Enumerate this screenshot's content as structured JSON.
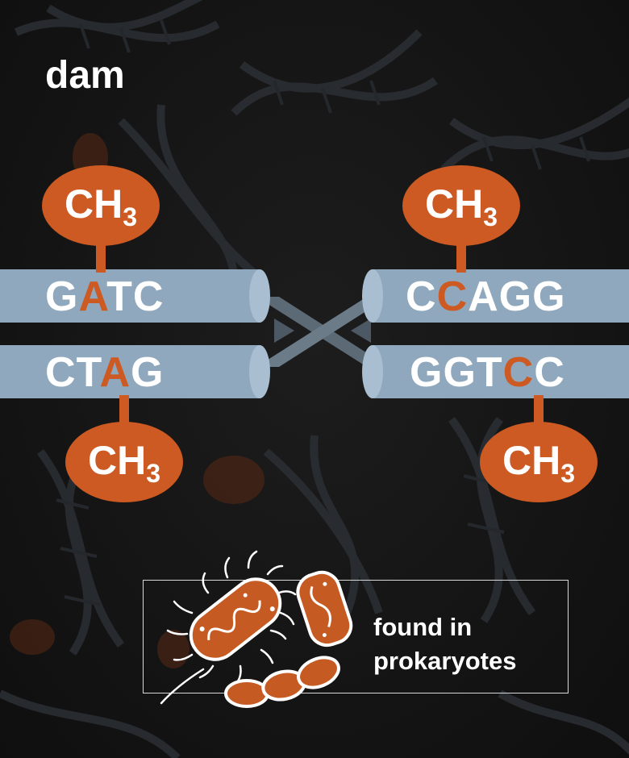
{
  "title": "dam",
  "left_pair": {
    "top_strand": {
      "pre": "G",
      "methylated": "A",
      "post": "TC"
    },
    "bottom_strand": {
      "pre": "CT",
      "methylated": "A",
      "post": "G"
    }
  },
  "right_pair": {
    "top_strand": {
      "pre": "C",
      "methylated": "C",
      "post": "AGG"
    },
    "bottom_strand": {
      "pre": "GGT",
      "methylated": "C",
      "post": "C"
    }
  },
  "methyl_group": {
    "main": "CH",
    "subscript": "3"
  },
  "info": {
    "line1": "found in",
    "line2": "prokaryotes"
  },
  "colors": {
    "methyl": "#cc5a22",
    "strand": "#8fa8bd",
    "background": "#141414"
  }
}
